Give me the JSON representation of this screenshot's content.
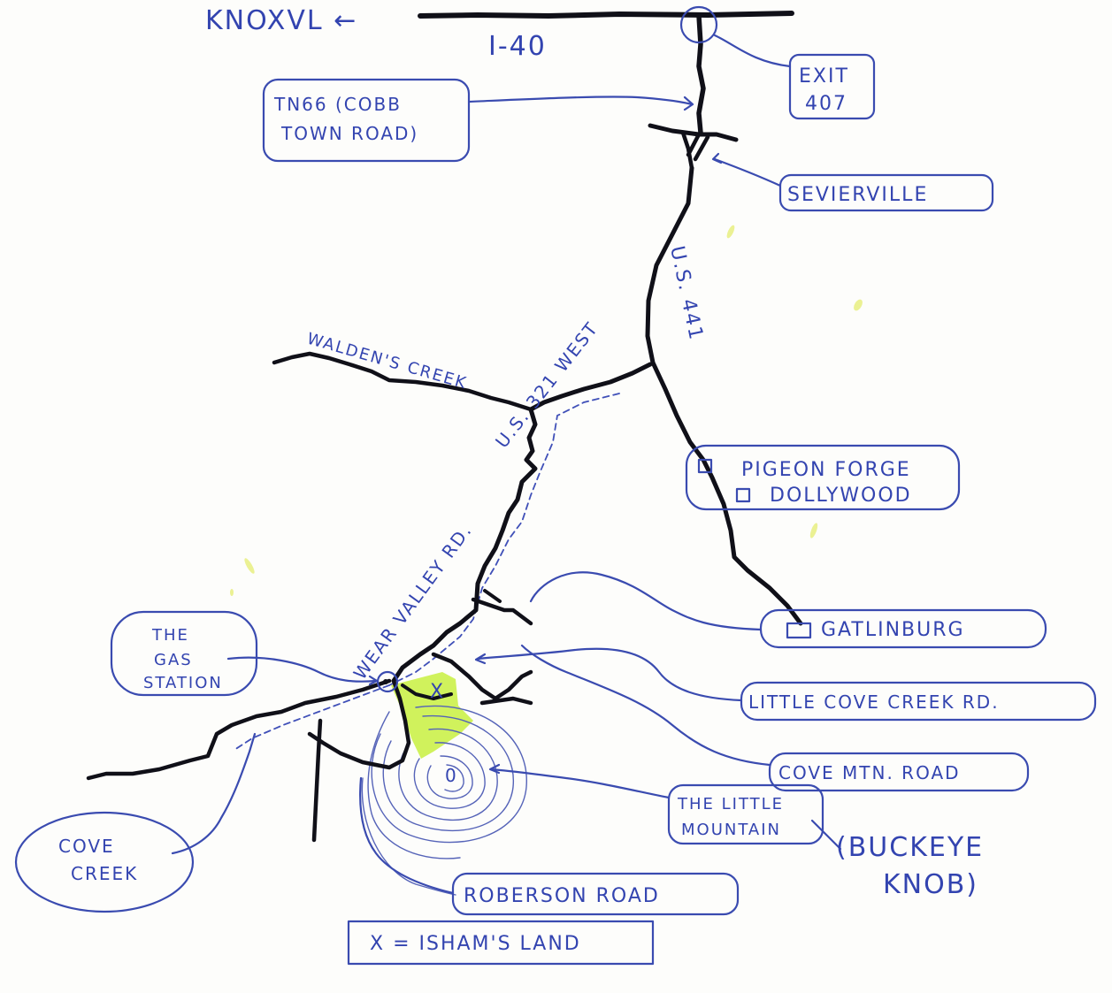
{
  "map": {
    "places": {
      "knoxville": "KNOXVL ←",
      "interstate": "I-40",
      "exit_line1": "EXIT",
      "exit_line2": "407",
      "tn66_line1": "TN66 (COBB",
      "tn66_line2": "TOWN ROAD)",
      "sevierville": "SEVIERVILLE",
      "us441": "U.S. 441",
      "waldens_creek": "WALDEN'S CREEK",
      "us321": "U.S. 321 WEST",
      "pigeon_forge": "PIGEON FORGE",
      "dollywood": "DOLLYWOOD",
      "wear_valley_rd": "WEAR VALLEY RD.",
      "gatlinburg": "GATLINBURG",
      "gas_line1": "THE",
      "gas_line2": "GAS",
      "gas_line3": "STATION",
      "little_cove_creek_rd": "LITTLE COVE CREEK RD.",
      "cove_mtn_road": "COVE MTN. ROAD",
      "little_mtn_line1": "THE LITTLE",
      "little_mtn_line2": "MOUNTAIN",
      "buckeye_line1": "(BUCKEYE",
      "buckeye_line2": "KNOB)",
      "cove_line1": "COVE",
      "cove_line2": "CREEK",
      "roberson_road": "ROBERSON ROAD",
      "legend": "X = ISHAM'S LAND",
      "property_mark": "X",
      "summit_mark": "0"
    },
    "colors": {
      "ink": "#101018",
      "pen": "#3344b0",
      "highlight": "#c8f040",
      "paper": "#fdfdfb"
    }
  }
}
